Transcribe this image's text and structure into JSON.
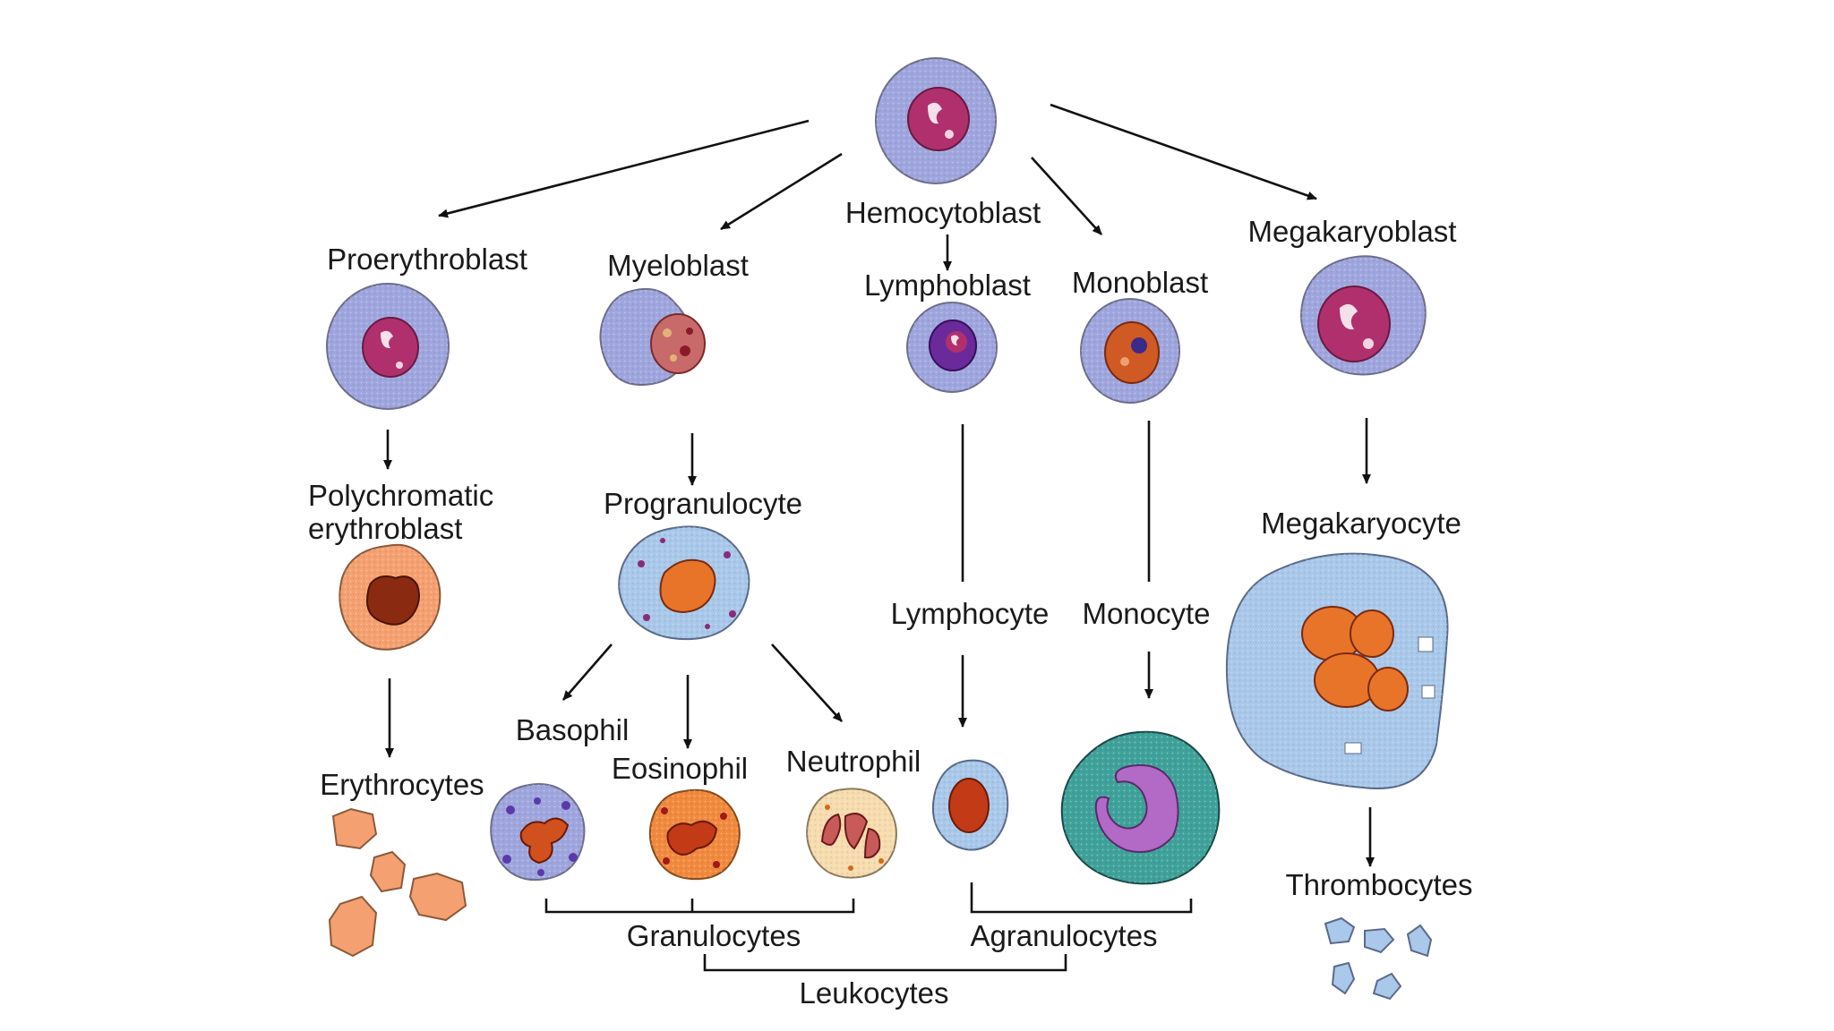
{
  "labels": {
    "hemocytoblast": "Hemocytoblast",
    "proerythroblast": "Proerythroblast",
    "myeloblast": "Myeloblast",
    "lymphoblast": "Lymphoblast",
    "monoblast": "Monoblast",
    "megakaryoblast": "Megakaryoblast",
    "polychromatic_line1": "Polychromatic",
    "polychromatic_line2": "erythroblast",
    "progranulocyte": "Progranulocyte",
    "megakaryocyte": "Megakaryocyte",
    "lymphocyte": "Lymphocyte",
    "monocyte": "Monocyte",
    "erythrocytes": "Erythrocytes",
    "basophil": "Basophil",
    "eosinophil": "Eosinophil",
    "neutrophil": "Neutrophil",
    "thrombocytes": "Thrombocytes",
    "granulocytes": "Granulocytes",
    "agranulocytes": "Agranulocytes",
    "leukocytes": "Leukocytes"
  },
  "colors": {
    "cytoplasm_blue": "#9fa6de",
    "cytoplasm_light_blue": "#a9c8ea",
    "nucleus_magenta": "#b0306e",
    "nucleus_orange": "#e8742a",
    "erythro_orange": "#f5a070",
    "monocyte_teal": "#3fa29a",
    "monocyte_nucleus": "#b26ac6",
    "eosinophil_orange": "#f18a3e",
    "neutrophil_cream": "#f6dcae"
  }
}
